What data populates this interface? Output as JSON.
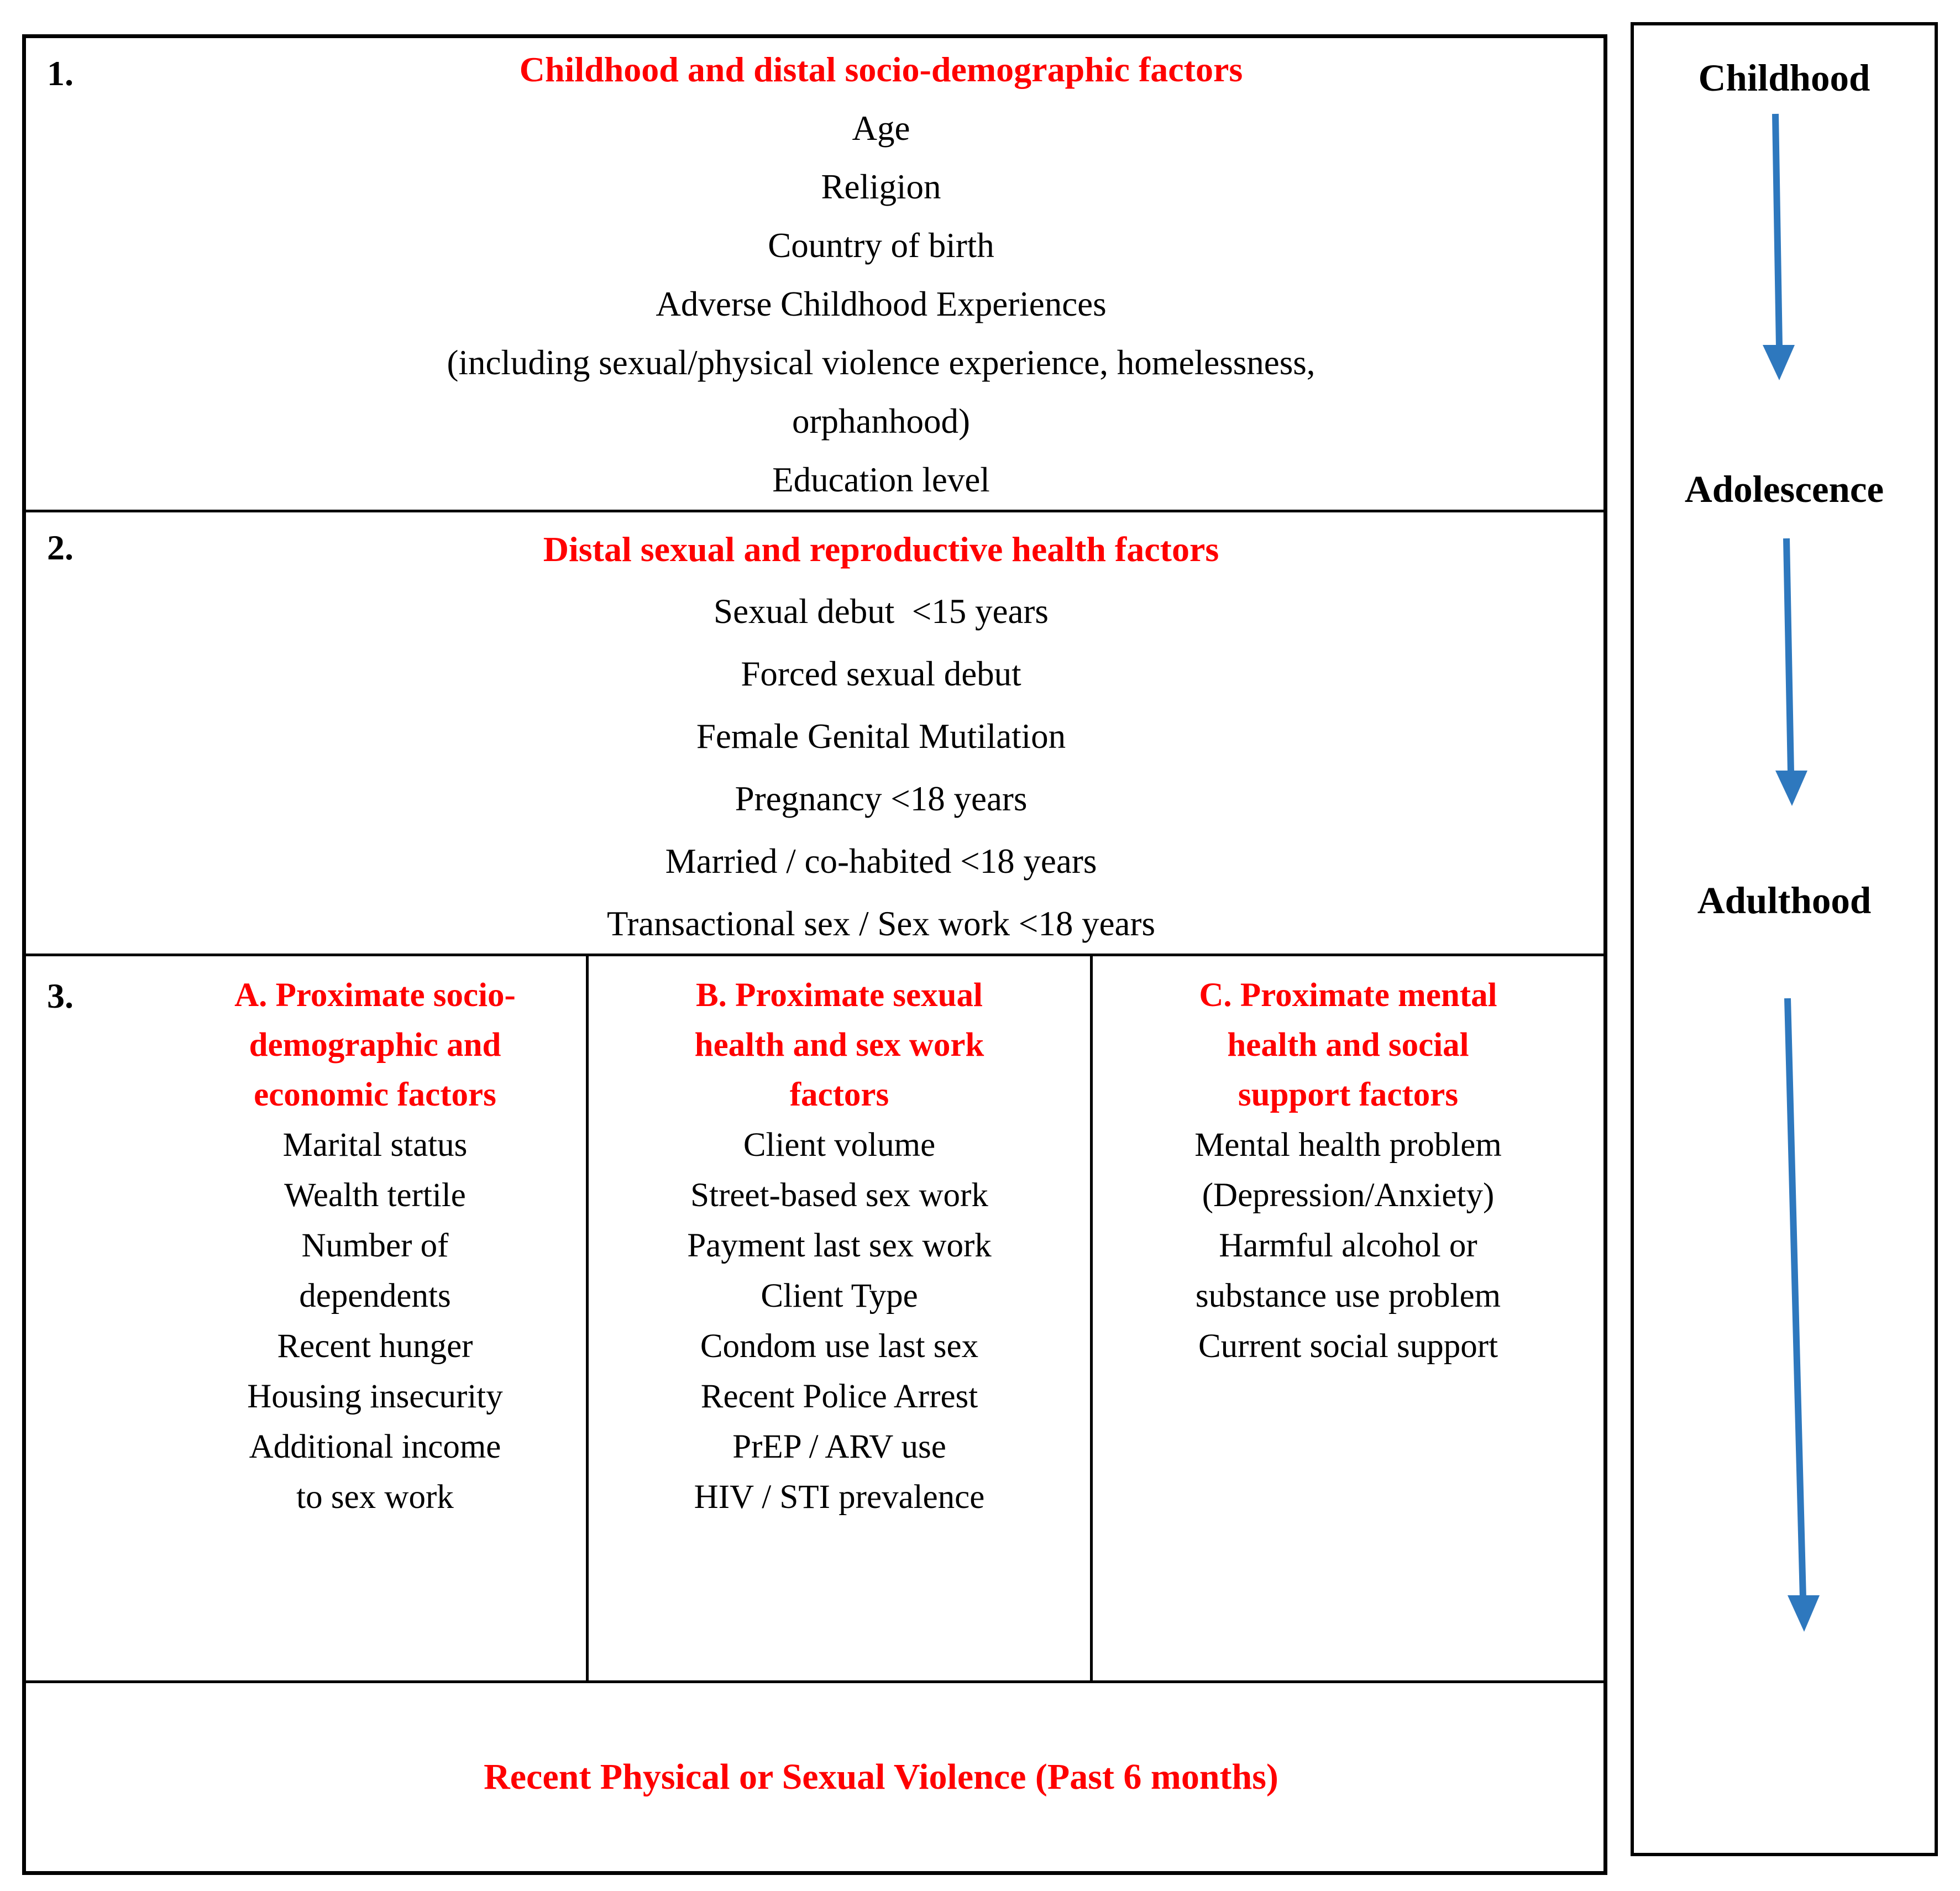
{
  "figure": {
    "accent_red": "#ff0000",
    "arrow_blue": "#2e78be"
  },
  "main": {
    "sections": [
      {
        "number": "1.",
        "title": "Childhood and distal socio-demographic factors",
        "lines": [
          "Age",
          "Religion",
          "Country of birth",
          "Adverse Childhood Experiences",
          "(including sexual/physical violence experience, homelessness,",
          "orphanhood)",
          "Education level"
        ]
      },
      {
        "number": "2.",
        "title": "Distal sexual and reproductive health factors",
        "lines": [
          "Sexual debut  <15 years",
          "Forced sexual debut",
          "Female Genital Mutilation",
          "Pregnancy <18 years",
          "Married / co-habited <18 years",
          "Transactional sex / Sex work <18 years"
        ]
      },
      {
        "number": "3.",
        "columns": [
          {
            "title_lines": [
              "A. Proximate socio-",
              "demographic and",
              "economic factors"
            ],
            "lines": [
              "Marital status",
              "Wealth tertile",
              "Number of",
              "dependents",
              "Recent hunger",
              "Housing insecurity",
              "Additional income",
              "to sex work"
            ]
          },
          {
            "title_lines": [
              "B. Proximate sexual",
              "health and sex work",
              "factors"
            ],
            "lines": [
              "Client volume",
              "Street-based sex work",
              "Payment last sex work",
              "Client Type",
              "Condom use last sex",
              "Recent Police Arrest",
              "PrEP / ARV use",
              "HIV / STI prevalence"
            ]
          },
          {
            "title_lines": [
              "C. Proximate mental",
              "health and social",
              "support factors"
            ],
            "lines": [
              "Mental health problem",
              "(Depression/Anxiety)",
              "Harmful alcohol or",
              "substance use problem",
              "Current social support"
            ]
          }
        ]
      },
      {
        "title": "Recent Physical or Sexual Violence (Past 6 months)"
      }
    ]
  },
  "timeline": {
    "labels": [
      "Childhood",
      "Adolescence",
      "Adulthood"
    ]
  }
}
